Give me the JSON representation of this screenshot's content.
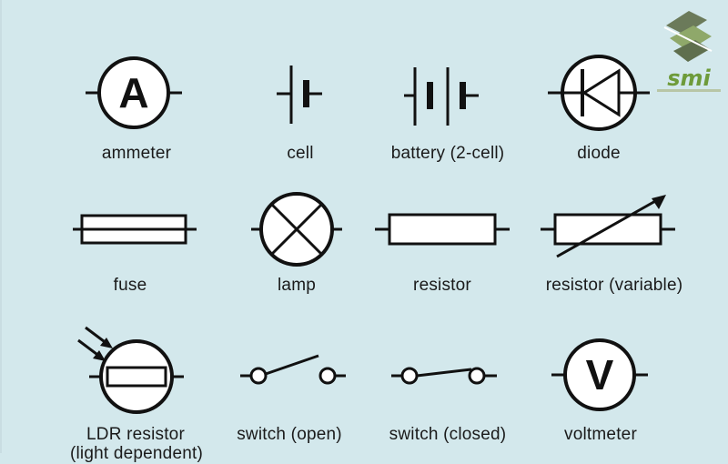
{
  "symbols": {
    "ammeter": {
      "label": "ammeter",
      "glyph": "A"
    },
    "cell": {
      "label": "cell"
    },
    "battery": {
      "label": "battery (2-cell)"
    },
    "diode": {
      "label": "diode"
    },
    "fuse": {
      "label": "fuse"
    },
    "lamp": {
      "label": "lamp"
    },
    "resistor": {
      "label": "resistor"
    },
    "variable_resistor": {
      "label": "resistor (variable)"
    },
    "ldr": {
      "label": "LDR resistor",
      "label2": "(light dependent)"
    },
    "switch_open": {
      "label": "switch (open)"
    },
    "switch_closed": {
      "label": "switch (closed)"
    },
    "voltmeter": {
      "label": "voltmeter",
      "glyph": "V"
    }
  },
  "logo": {
    "text": "smi"
  },
  "colors": {
    "background": "#d3e8ec",
    "stroke": "#111111",
    "fill": "#ffffff",
    "logo_green": "#6e9b3a"
  }
}
